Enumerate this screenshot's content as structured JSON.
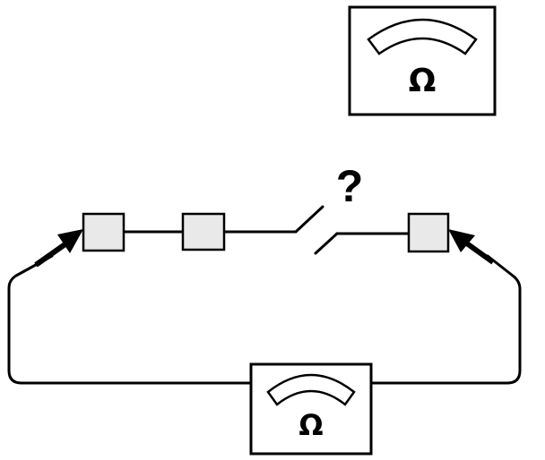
{
  "meters": {
    "top": {
      "symbol": "Ω"
    },
    "bottom": {
      "symbol": "Ω"
    }
  },
  "switch": {
    "question_mark": "?"
  },
  "components": [
    "terminal-left",
    "component-middle",
    "terminal-right"
  ],
  "icons": {
    "meter": "ohmmeter-icon",
    "probe": "arrow-probe-icon"
  }
}
